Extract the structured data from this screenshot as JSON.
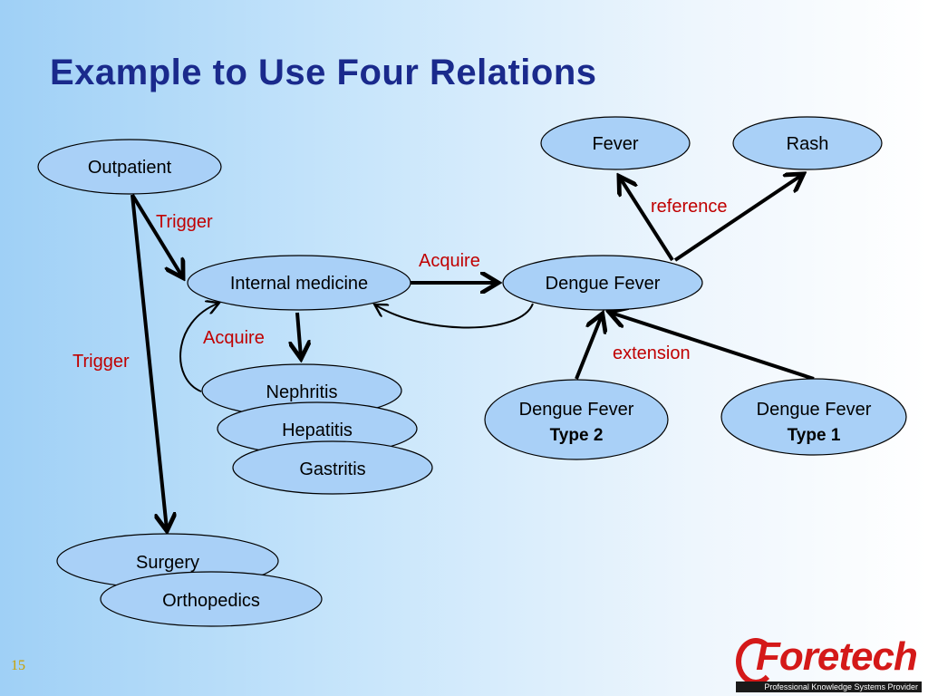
{
  "slide": {
    "title": "Example to Use Four Relations",
    "page_number": "15"
  },
  "nodes": {
    "outpatient": "Outpatient",
    "internal_medicine": "Internal medicine",
    "nephritis": "Nephritis",
    "hepatitis": "Hepatitis",
    "gastritis": "Gastritis",
    "surgery": "Surgery",
    "orthopedics": "Orthopedics",
    "dengue_fever": "Dengue Fever",
    "fever": "Fever",
    "rash": "Rash",
    "dengue_type2_line1": "Dengue Fever",
    "dengue_type2_line2": "Type 2",
    "dengue_type1_line1": "Dengue Fever",
    "dengue_type1_line2": "Type 1"
  },
  "relations": {
    "trigger_internal": "Trigger",
    "trigger_surgery": "Trigger",
    "acquire_dengue": "Acquire",
    "acquire_diseases": "Acquire",
    "reference": "reference",
    "extension": "extension"
  },
  "logo": {
    "brand": "Foretech",
    "tagline": "Professional Knowledge Systems Provider"
  },
  "colors": {
    "title": "#1a2a8c",
    "node_fill": "#a9d0f7",
    "relation_label": "#c00000",
    "logo_red": "#d41919"
  }
}
